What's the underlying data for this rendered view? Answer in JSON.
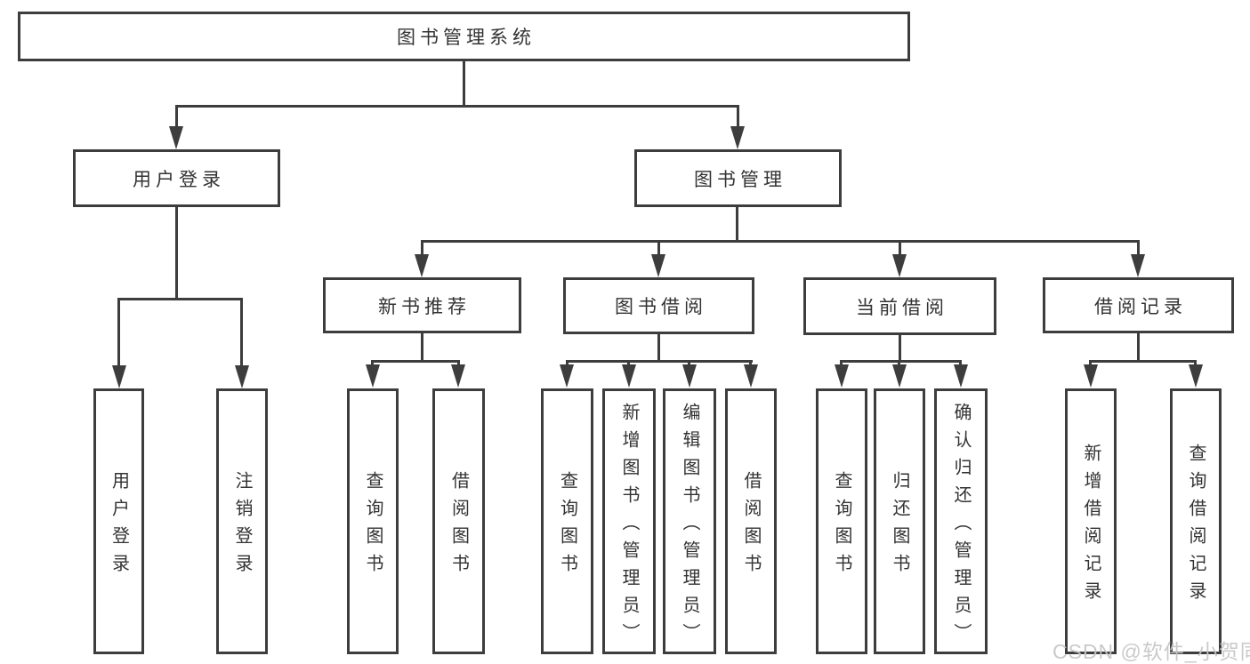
{
  "diagram": {
    "root": "图书管理系统",
    "level2": {
      "user_login": "用户登录",
      "book_mgmt": "图书管理"
    },
    "level3": {
      "new_books": "新书推荐",
      "borrow": "图书借阅",
      "current": "当前借阅",
      "records": "借阅记录"
    },
    "leaves": {
      "user_login": "用户登录",
      "logout": "注销登录",
      "nb_query": "查询图书",
      "nb_borrow": "借阅图书",
      "bw_query": "查询图书",
      "bw_add": "新增图书（管理员）",
      "bw_edit": "编辑图书（管理员）",
      "bw_borrow": "借阅图书",
      "cb_query": "查询图书",
      "cb_return": "归还图书",
      "cb_confirm": "确认归还（管理员）",
      "rc_add": "新增借阅记录",
      "rc_query": "查询借阅记录"
    }
  },
  "watermark": "CSDN @软件_小贺同学",
  "colors": {
    "line": "#3d3d3d",
    "text": "#333333",
    "background": "#ffffff",
    "watermark": "#c6c6c6"
  }
}
